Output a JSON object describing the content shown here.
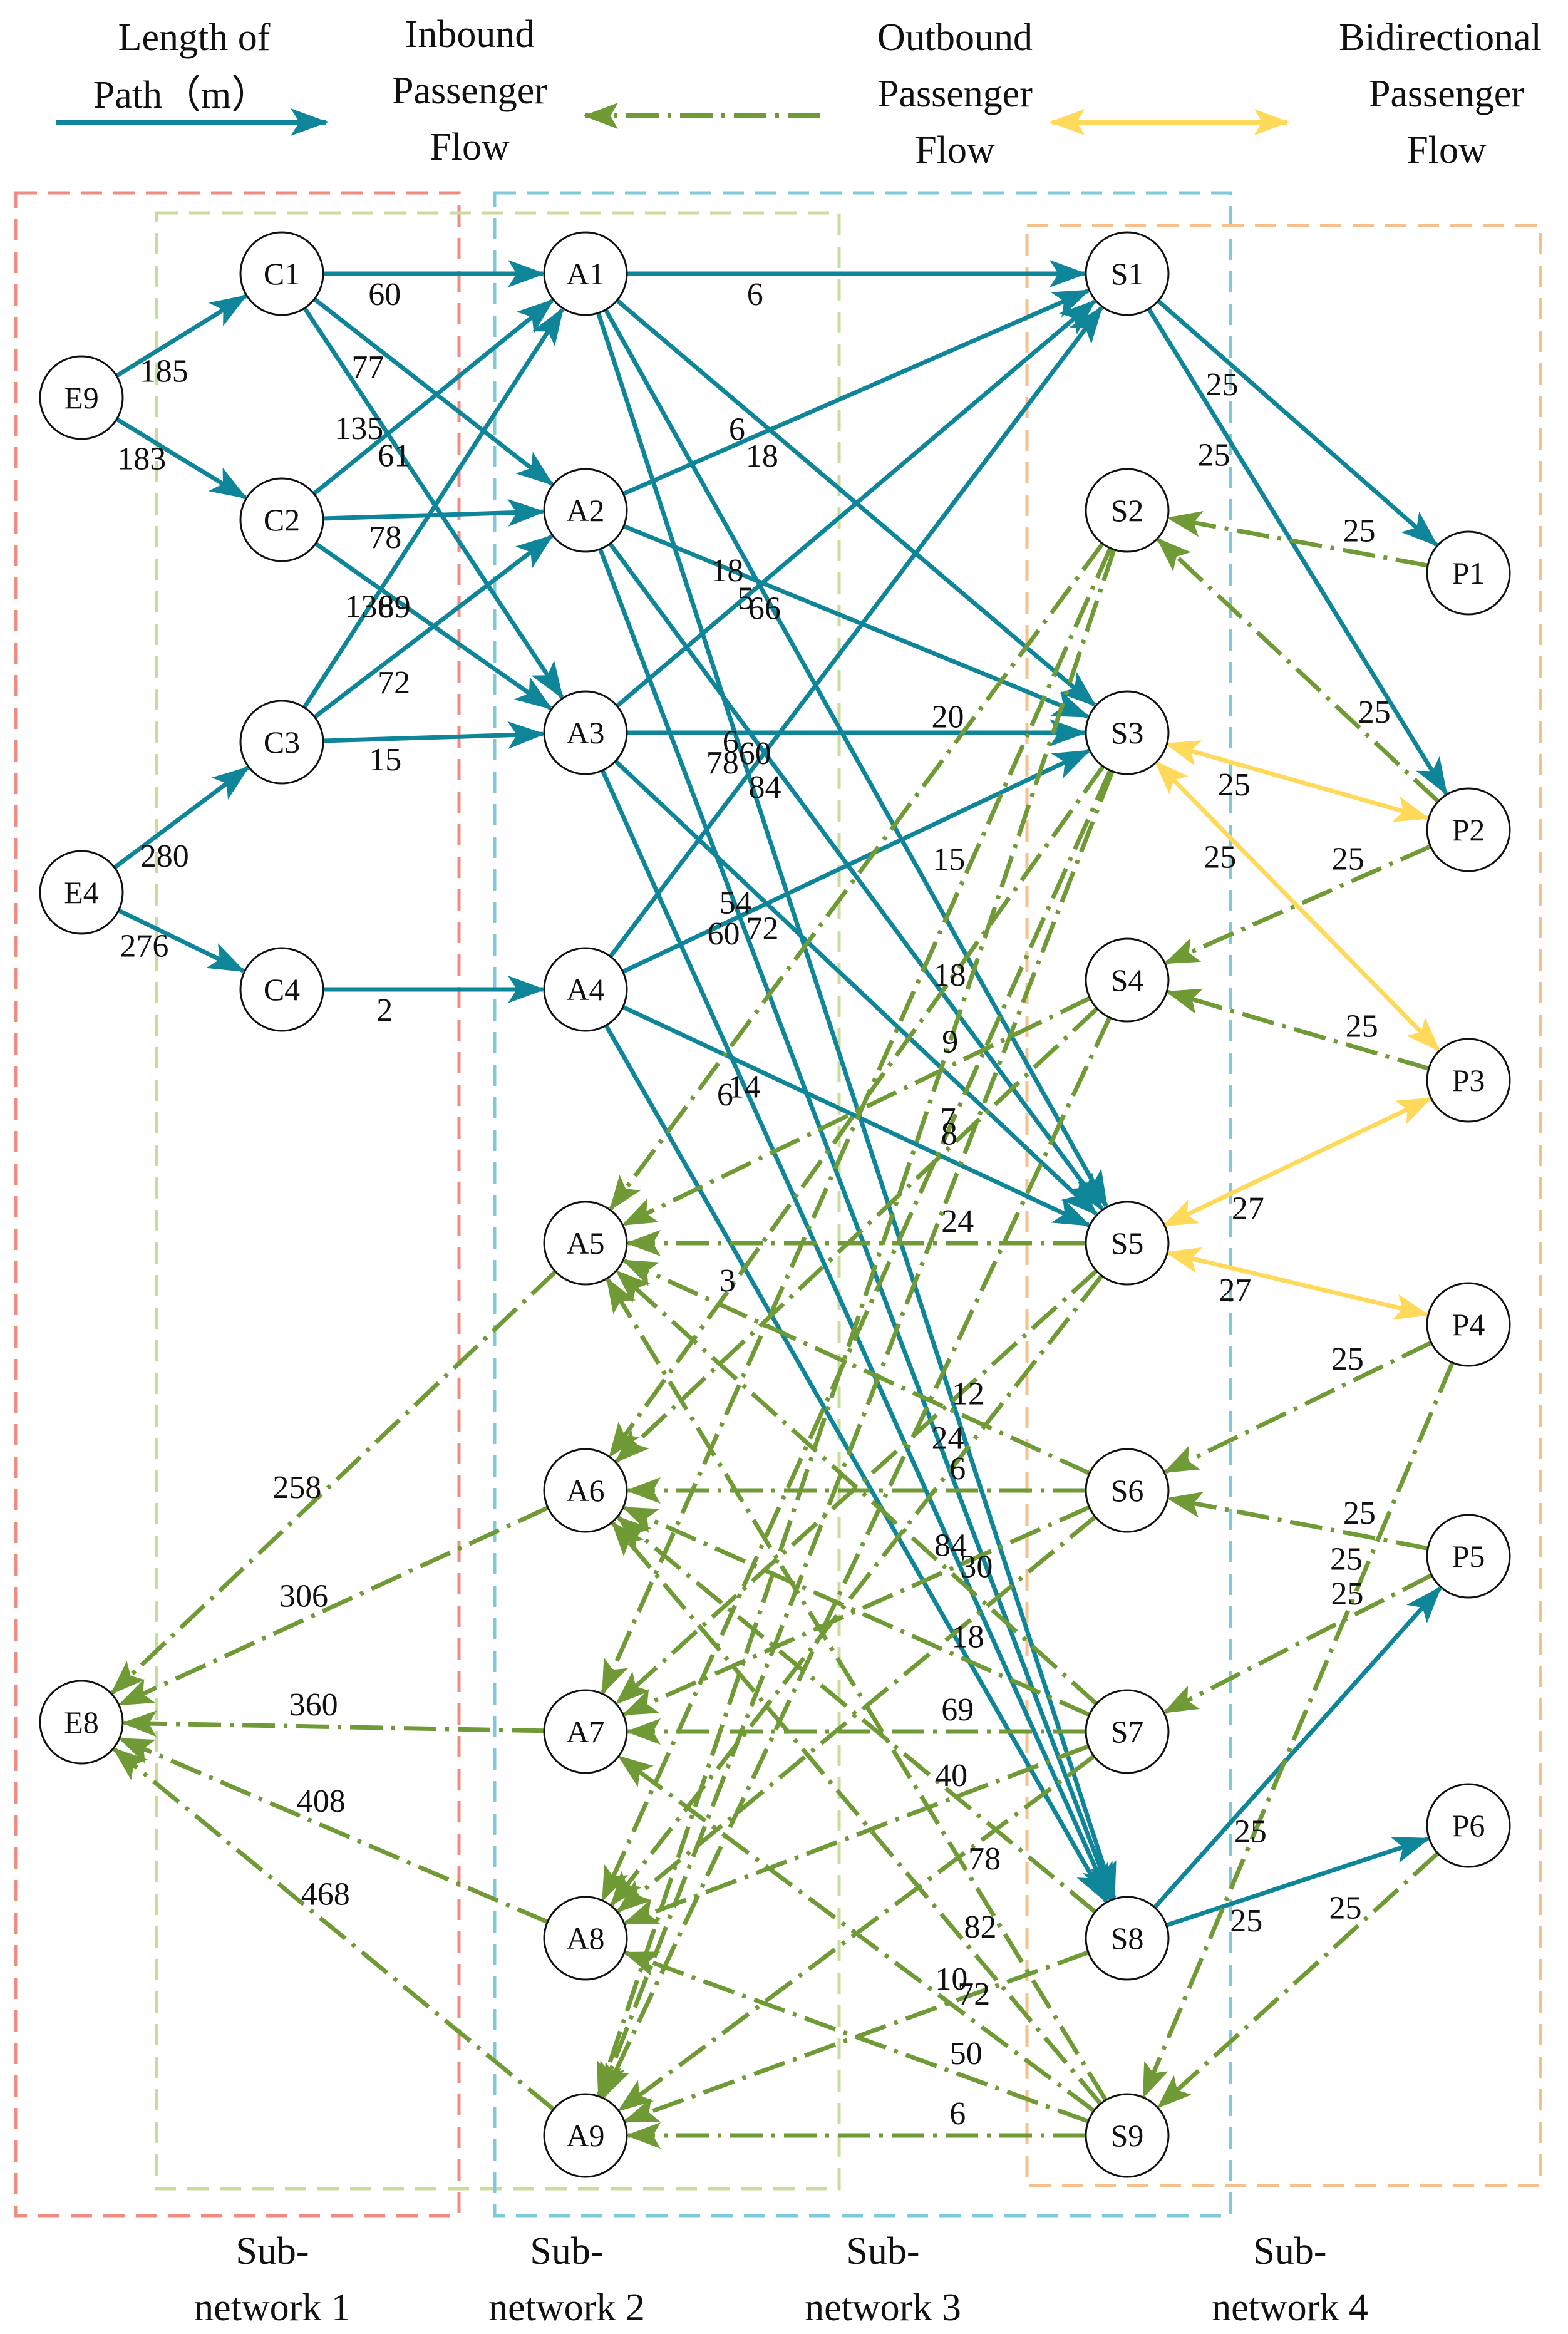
{
  "colors": {
    "inbound": "#0e8599",
    "outbound": "#6f9a35",
    "bidirectional": "#ffd95a",
    "subnet1": "#ef8c82",
    "subnet2": "#7fcad8",
    "subnet3": "#c8dc9c",
    "subnet4": "#f5c08a"
  },
  "legend": {
    "length_label": [
      "Length of",
      "Path（m）"
    ],
    "inbound_label": [
      "Inbound",
      "Passenger",
      "Flow"
    ],
    "outbound_label": [
      "Outbound",
      "Passenger",
      "Flow"
    ],
    "bidirectional_label": [
      "Bidirectional",
      "Passenger",
      "Flow"
    ]
  },
  "subnetworks": [
    {
      "id": "sub1",
      "label": [
        "Sub-",
        "network 1"
      ]
    },
    {
      "id": "sub2",
      "label": [
        "Sub-",
        "network 2"
      ]
    },
    {
      "id": "sub3",
      "label": [
        "Sub-",
        "network 3"
      ]
    },
    {
      "id": "sub4",
      "label": [
        "Sub-",
        "network 4"
      ]
    }
  ],
  "nodes": [
    "E9",
    "E4",
    "E8",
    "C1",
    "C2",
    "C3",
    "C4",
    "A1",
    "A2",
    "A3",
    "A4",
    "A5",
    "A6",
    "A7",
    "A8",
    "A9",
    "S1",
    "S2",
    "S3",
    "S4",
    "S5",
    "S6",
    "S7",
    "S8",
    "S9",
    "P1",
    "P2",
    "P3",
    "P4",
    "P5",
    "P6"
  ],
  "edges": [
    {
      "from": "E9",
      "to": "C1",
      "type": "inbound",
      "label": "185"
    },
    {
      "from": "E9",
      "to": "C2",
      "type": "inbound",
      "label": "183"
    },
    {
      "from": "E4",
      "to": "C3",
      "type": "inbound",
      "label": "280"
    },
    {
      "from": "E4",
      "to": "C4",
      "type": "inbound",
      "label": "276"
    },
    {
      "from": "C1",
      "to": "A1",
      "type": "inbound",
      "label": "60"
    },
    {
      "from": "C1",
      "to": "A2",
      "type": "inbound",
      "label": "77"
    },
    {
      "from": "C1",
      "to": "A3",
      "type": "inbound",
      "label": "135"
    },
    {
      "from": "C2",
      "to": "A1",
      "type": "inbound",
      "label": "61"
    },
    {
      "from": "C2",
      "to": "A2",
      "type": "inbound",
      "label": "78"
    },
    {
      "from": "C2",
      "to": "A3",
      "type": "inbound",
      "label": "136"
    },
    {
      "from": "C3",
      "to": "A1",
      "type": "inbound",
      "label": "89"
    },
    {
      "from": "C3",
      "to": "A2",
      "type": "inbound",
      "label": "72"
    },
    {
      "from": "C3",
      "to": "A3",
      "type": "inbound",
      "label": "15"
    },
    {
      "from": "C4",
      "to": "A4",
      "type": "inbound",
      "label": "2"
    },
    {
      "from": "A1",
      "to": "S1",
      "type": "inbound",
      "label": "6"
    },
    {
      "from": "A1",
      "to": "S3",
      "type": "inbound",
      "label": "6"
    },
    {
      "from": "A1",
      "to": "S5",
      "type": "inbound",
      "label": "18"
    },
    {
      "from": "A1",
      "to": "S8",
      "type": "inbound",
      "label": "78"
    },
    {
      "from": "A2",
      "to": "S1",
      "type": "inbound",
      "label": "18"
    },
    {
      "from": "A2",
      "to": "S3",
      "type": "inbound",
      "label": "5"
    },
    {
      "from": "A2",
      "to": "S5",
      "type": "inbound",
      "label": "6"
    },
    {
      "from": "A2",
      "to": "S8",
      "type": "inbound",
      "label": "60"
    },
    {
      "from": "A3",
      "to": "S1",
      "type": "inbound",
      "label": "66"
    },
    {
      "from": "A3",
      "to": "S3",
      "type": "inbound",
      "label": "60"
    },
    {
      "from": "A3",
      "to": "S5",
      "type": "inbound",
      "label": "54"
    },
    {
      "from": "A3",
      "to": "S8",
      "type": "inbound",
      "label": "6"
    },
    {
      "from": "A4",
      "to": "S1",
      "type": "inbound",
      "label": "84"
    },
    {
      "from": "A4",
      "to": "S3",
      "type": "inbound",
      "label": "72"
    },
    {
      "from": "A4",
      "to": "S5",
      "type": "inbound",
      "label": "14"
    },
    {
      "from": "A4",
      "to": "S8",
      "type": "inbound",
      "label": "3"
    },
    {
      "from": "S1",
      "to": "P1",
      "type": "inbound",
      "label": "25"
    },
    {
      "from": "S1",
      "to": "P2",
      "type": "inbound",
      "label": "25"
    },
    {
      "from": "S8",
      "to": "P5",
      "type": "inbound",
      "label": "25"
    },
    {
      "from": "S8",
      "to": "P6",
      "type": "inbound",
      "label": "25"
    },
    {
      "from": "P1",
      "to": "S2",
      "type": "outbound",
      "label": "25"
    },
    {
      "from": "P2",
      "to": "S2",
      "type": "outbound",
      "label": "25"
    },
    {
      "from": "P2",
      "to": "S4",
      "type": "outbound",
      "label": "25"
    },
    {
      "from": "P3",
      "to": "S4",
      "type": "outbound",
      "label": "25"
    },
    {
      "from": "P4",
      "to": "S6",
      "type": "outbound",
      "label": "25"
    },
    {
      "from": "P5",
      "to": "S6",
      "type": "outbound",
      "label": "25"
    },
    {
      "from": "P5",
      "to": "S7",
      "type": "outbound",
      "label": "25"
    },
    {
      "from": "P4",
      "to": "S9",
      "type": "outbound",
      "label": "25"
    },
    {
      "from": "P6",
      "to": "S9",
      "type": "outbound",
      "label": "25"
    },
    {
      "from": "S3",
      "to": "P2",
      "type": "bidirectional",
      "label": "25"
    },
    {
      "from": "S3",
      "to": "P3",
      "type": "bidirectional",
      "label": "25"
    },
    {
      "from": "S5",
      "to": "P3",
      "type": "bidirectional",
      "label": "27"
    },
    {
      "from": "S5",
      "to": "P4",
      "type": "bidirectional",
      "label": "27"
    },
    {
      "from": "S5",
      "to": "A5",
      "type": "outbound",
      "label": "24"
    },
    {
      "from": "S6",
      "to": "A6",
      "type": "outbound",
      "label": "6"
    },
    {
      "from": "S7",
      "to": "A7",
      "type": "outbound",
      "label": "69"
    },
    {
      "from": "S9",
      "to": "A9",
      "type": "outbound",
      "label": "6"
    },
    {
      "from": "S2",
      "to": "A5",
      "type": "outbound",
      "label": "20"
    },
    {
      "from": "S2",
      "to": "A7",
      "type": "outbound",
      "label": "15"
    },
    {
      "from": "S3",
      "to": "A6",
      "type": "outbound",
      "label": ""
    },
    {
      "from": "S3",
      "to": "A8",
      "type": "outbound",
      "label": ""
    },
    {
      "from": "S4",
      "to": "A5",
      "type": "outbound",
      "label": "9"
    },
    {
      "from": "S4",
      "to": "A6",
      "type": "outbound",
      "label": "7"
    },
    {
      "from": "S4",
      "to": "A9",
      "type": "outbound",
      "label": ""
    },
    {
      "from": "S5",
      "to": "A7",
      "type": "outbound",
      "label": ""
    },
    {
      "from": "S5",
      "to": "A8",
      "type": "outbound",
      "label": "24"
    },
    {
      "from": "S6",
      "to": "A5",
      "type": "outbound",
      "label": "12"
    },
    {
      "from": "S6",
      "to": "A7",
      "type": "outbound",
      "label": "84"
    },
    {
      "from": "S6",
      "to": "A8",
      "type": "outbound",
      "label": ""
    },
    {
      "from": "S7",
      "to": "A5",
      "type": "outbound",
      "label": "30"
    },
    {
      "from": "S7",
      "to": "A6",
      "type": "outbound",
      "label": "18"
    },
    {
      "from": "S7",
      "to": "A8",
      "type": "outbound",
      "label": "40"
    },
    {
      "from": "S7",
      "to": "A9",
      "type": "outbound",
      "label": ""
    },
    {
      "from": "S8",
      "to": "A6",
      "type": "outbound",
      "label": ""
    },
    {
      "from": "S8",
      "to": "A9",
      "type": "outbound",
      "label": "10"
    },
    {
      "from": "S9",
      "to": "A5",
      "type": "outbound",
      "label": "78"
    },
    {
      "from": "S9",
      "to": "A6",
      "type": "outbound",
      "label": "82"
    },
    {
      "from": "S9",
      "to": "A7",
      "type": "outbound",
      "label": "72"
    },
    {
      "from": "S9",
      "to": "A8",
      "type": "outbound",
      "label": "50"
    },
    {
      "from": "S2",
      "to": "A9",
      "type": "outbound",
      "label": "18"
    },
    {
      "from": "S3",
      "to": "A9",
      "type": "outbound",
      "label": "8"
    },
    {
      "from": "A5",
      "to": "E8",
      "type": "outbound",
      "label": "258"
    },
    {
      "from": "A6",
      "to": "E8",
      "type": "outbound",
      "label": "306"
    },
    {
      "from": "A7",
      "to": "E8",
      "type": "outbound",
      "label": "360"
    },
    {
      "from": "A8",
      "to": "E8",
      "type": "outbound",
      "label": "408"
    },
    {
      "from": "A9",
      "to": "E8",
      "type": "outbound",
      "label": "468"
    }
  ]
}
